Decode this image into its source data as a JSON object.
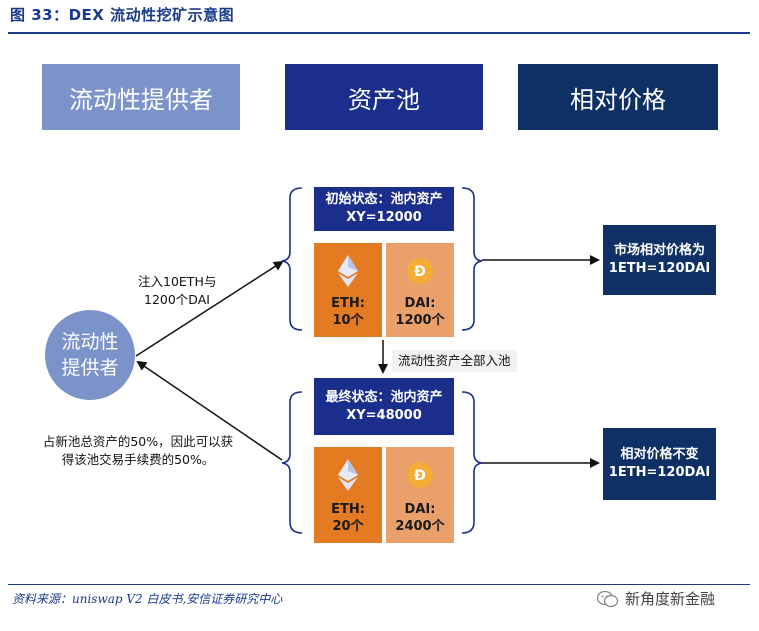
{
  "figure_title": "图 33：DEX 流动性挖矿示意图",
  "headers": [
    {
      "label": "流动性提供者",
      "color": "#7b93c9"
    },
    {
      "label": "资产池",
      "color": "#1c2e8c"
    },
    {
      "label": "相对价格",
      "color": "#0f3064"
    }
  ],
  "provider": {
    "line1": "流动性",
    "line2": "提供者"
  },
  "top_state": {
    "line1": "初始状态：池内资产",
    "line2": "XY=12000"
  },
  "top_eth": {
    "symbol": "ETH:",
    "amount": "10个"
  },
  "top_dai": {
    "symbol": "DAI:",
    "amount": "1200个"
  },
  "bottom_state": {
    "line1": "最终状态：池内资产",
    "line2": "XY=48000"
  },
  "bottom_eth": {
    "symbol": "ETH:",
    "amount": "20个"
  },
  "bottom_dai": {
    "symbol": "DAI:",
    "amount": "2400个"
  },
  "inject_note": {
    "line1": "注入10ETH与",
    "line2": "1200个DAI"
  },
  "share_note": {
    "line1": "占新池总资产的50%，因此可以获",
    "line2": "得该池交易手续费的50%。"
  },
  "transfer_note": "流动性资产全部入池",
  "price_top": {
    "line1": "市场相对价格为",
    "line2": "1ETH=120DAI"
  },
  "price_bottom": {
    "line1": "相对价格不变",
    "line2": "1ETH=120DAI"
  },
  "source": "资料来源：uniswap V2 白皮书,安信证券研究中心",
  "watermark": "新角度新金融",
  "colors": {
    "navy": "#1c2e8c",
    "dark_navy": "#0f3064",
    "orange": "#e47b22",
    "light_orange": "#e9a06a",
    "light_blue": "#7b93c9",
    "rule": "#1a3a8c"
  }
}
